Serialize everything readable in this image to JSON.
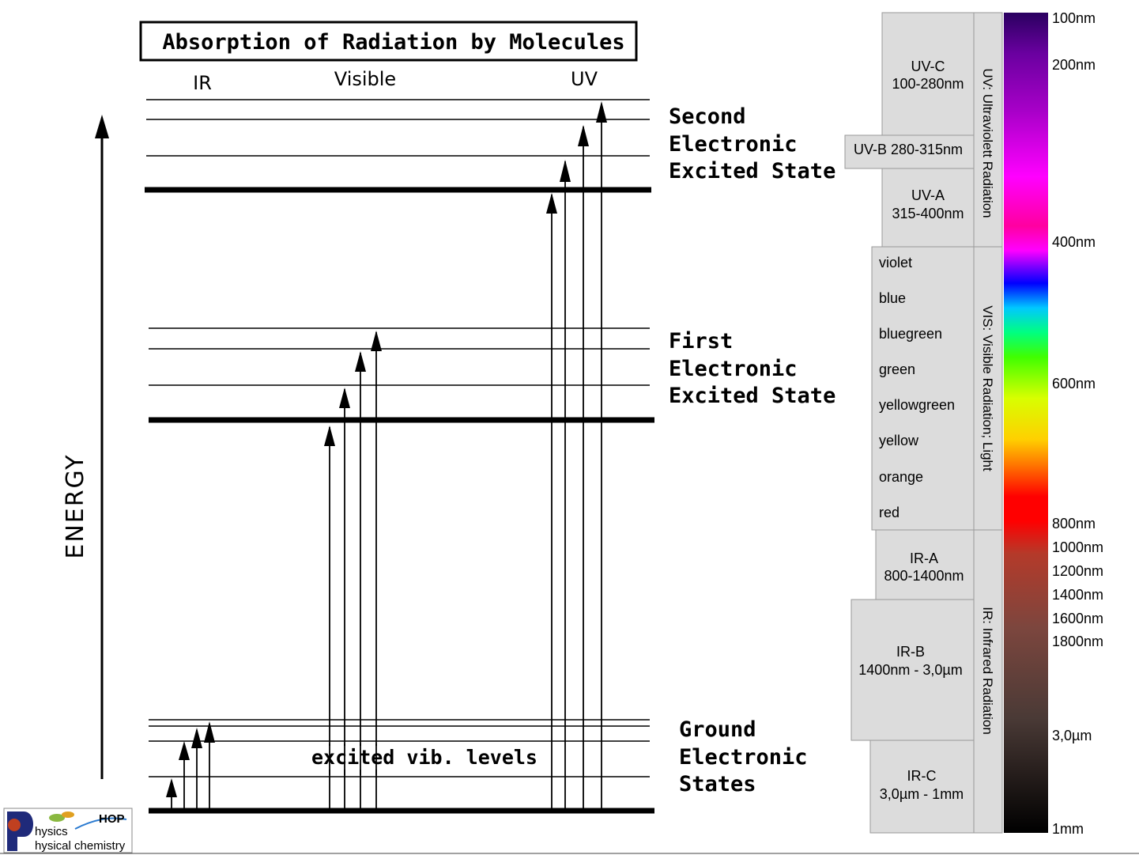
{
  "diagram": {
    "title": "Absorption of Radiation by Molecules",
    "categories": {
      "ir": "IR",
      "visible": "Visible",
      "uv": "UV"
    },
    "energy_axis_label": "ENERGY",
    "second_state": [
      "Second",
      "Electronic",
      "Excited State"
    ],
    "first_state": [
      "First",
      "Electronic",
      "Excited State"
    ],
    "ground_state": [
      "Ground",
      "Electronic",
      "States"
    ],
    "vib_label": "excited vib. levels"
  },
  "spectrum": {
    "uv_group_label": "UV: Ultraviolett Radiation",
    "vis_group_label": "VIS: Visible Radiation; Light",
    "ir_group_label": "IR: Infrared Radiation",
    "uv_c": {
      "name": "UV-C",
      "range": "100-280nm"
    },
    "uv_b": {
      "label": "UV-B 280-315nm"
    },
    "uv_a": {
      "name": "UV-A",
      "range": "315-400nm"
    },
    "colors": [
      "violet",
      "blue",
      "bluegreen",
      "green",
      "yellowgreen",
      "yellow",
      "orange",
      "red"
    ],
    "ir_a": {
      "name": "IR-A",
      "range": "800-1400nm"
    },
    "ir_b": {
      "name": "IR-B",
      "range": "1400nm - 3,0µm"
    },
    "ir_c": {
      "name": "IR-C",
      "range": "3,0µm - 1mm"
    },
    "wavelength_ticks": [
      "100nm",
      "200nm",
      "400nm",
      "600nm",
      "800nm",
      "1000nm",
      "1200nm",
      "1400nm",
      "1600nm",
      "1800nm",
      "3,0µm",
      "1mm"
    ]
  },
  "logo": {
    "brand": "HOP",
    "line1": "hysics",
    "line2": "hysical chemistry"
  }
}
